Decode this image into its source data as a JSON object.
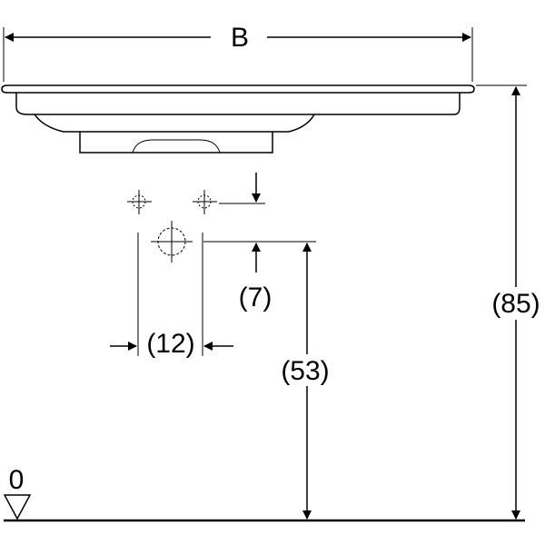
{
  "dimensions": {
    "width_label": "B",
    "total_height_label": "(85)",
    "outlet_height_label": "(53)",
    "tap_offset_label": "(7)",
    "hole_spacing_label": "(12)"
  },
  "floor": {
    "level_label": "0"
  },
  "colors": {
    "line": "#000000",
    "background": "#ffffff"
  }
}
